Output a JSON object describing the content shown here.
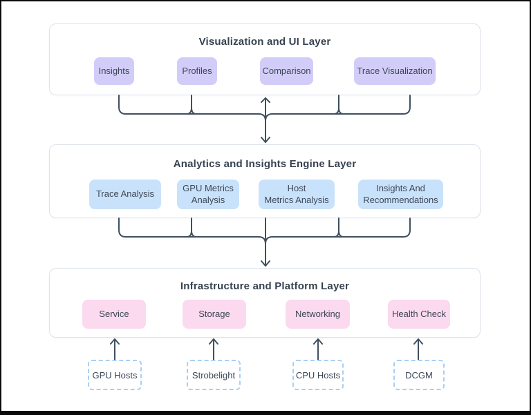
{
  "diagram": {
    "layers": [
      {
        "title": "Visualization and UI Layer",
        "boxes": [
          "Insights",
          "Profiles",
          "Comparison",
          "Trace Visualization"
        ]
      },
      {
        "title": "Analytics and Insights Engine Layer",
        "boxes": [
          "Trace Analysis",
          "GPU Metrics\nAnalysis",
          "Host\nMetrics Analysis",
          "Insights And\nRecommendations"
        ]
      },
      {
        "title": "Infrastructure and Platform Layer",
        "boxes": [
          "Service",
          "Storage",
          "Networking",
          "Health Check"
        ]
      }
    ],
    "sources": [
      "GPU Hosts",
      "Strobelight",
      "CPU Hosts",
      "DCGM"
    ],
    "colors": {
      "ui_layer_box": "#d2cdf8",
      "analytics_layer_box": "#c9e2fb",
      "infra_layer_box": "#fbd9ef",
      "source_border": "#a9cff3",
      "connector": "#3f4f5f",
      "layer_border": "#dde3ea",
      "text": "#3c4756"
    }
  }
}
